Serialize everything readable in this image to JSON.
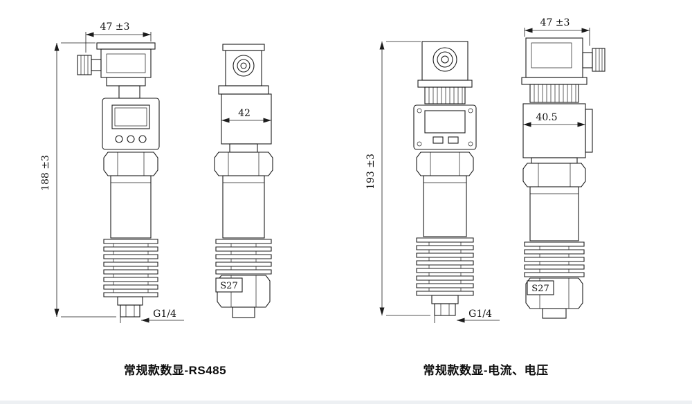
{
  "page": {
    "background": "#ffffff",
    "line_color": "#1b1b1b"
  },
  "drawing": {
    "left_unit": {
      "caption": "常规款数显-RS485",
      "front": {
        "width_dim": "47 ±3",
        "height_dim": "188 ±3",
        "thread_label": "G1/4"
      },
      "side": {
        "width_dim": "42",
        "hex_label": "S27"
      }
    },
    "right_unit": {
      "caption": "常规款数显-电流、电压",
      "front": {
        "height_dim": "193 ±3",
        "thread_label": "G1/4"
      },
      "side": {
        "width_dim": "47 ±3",
        "body_dim": "40.5",
        "hex_label": "S27"
      }
    }
  }
}
